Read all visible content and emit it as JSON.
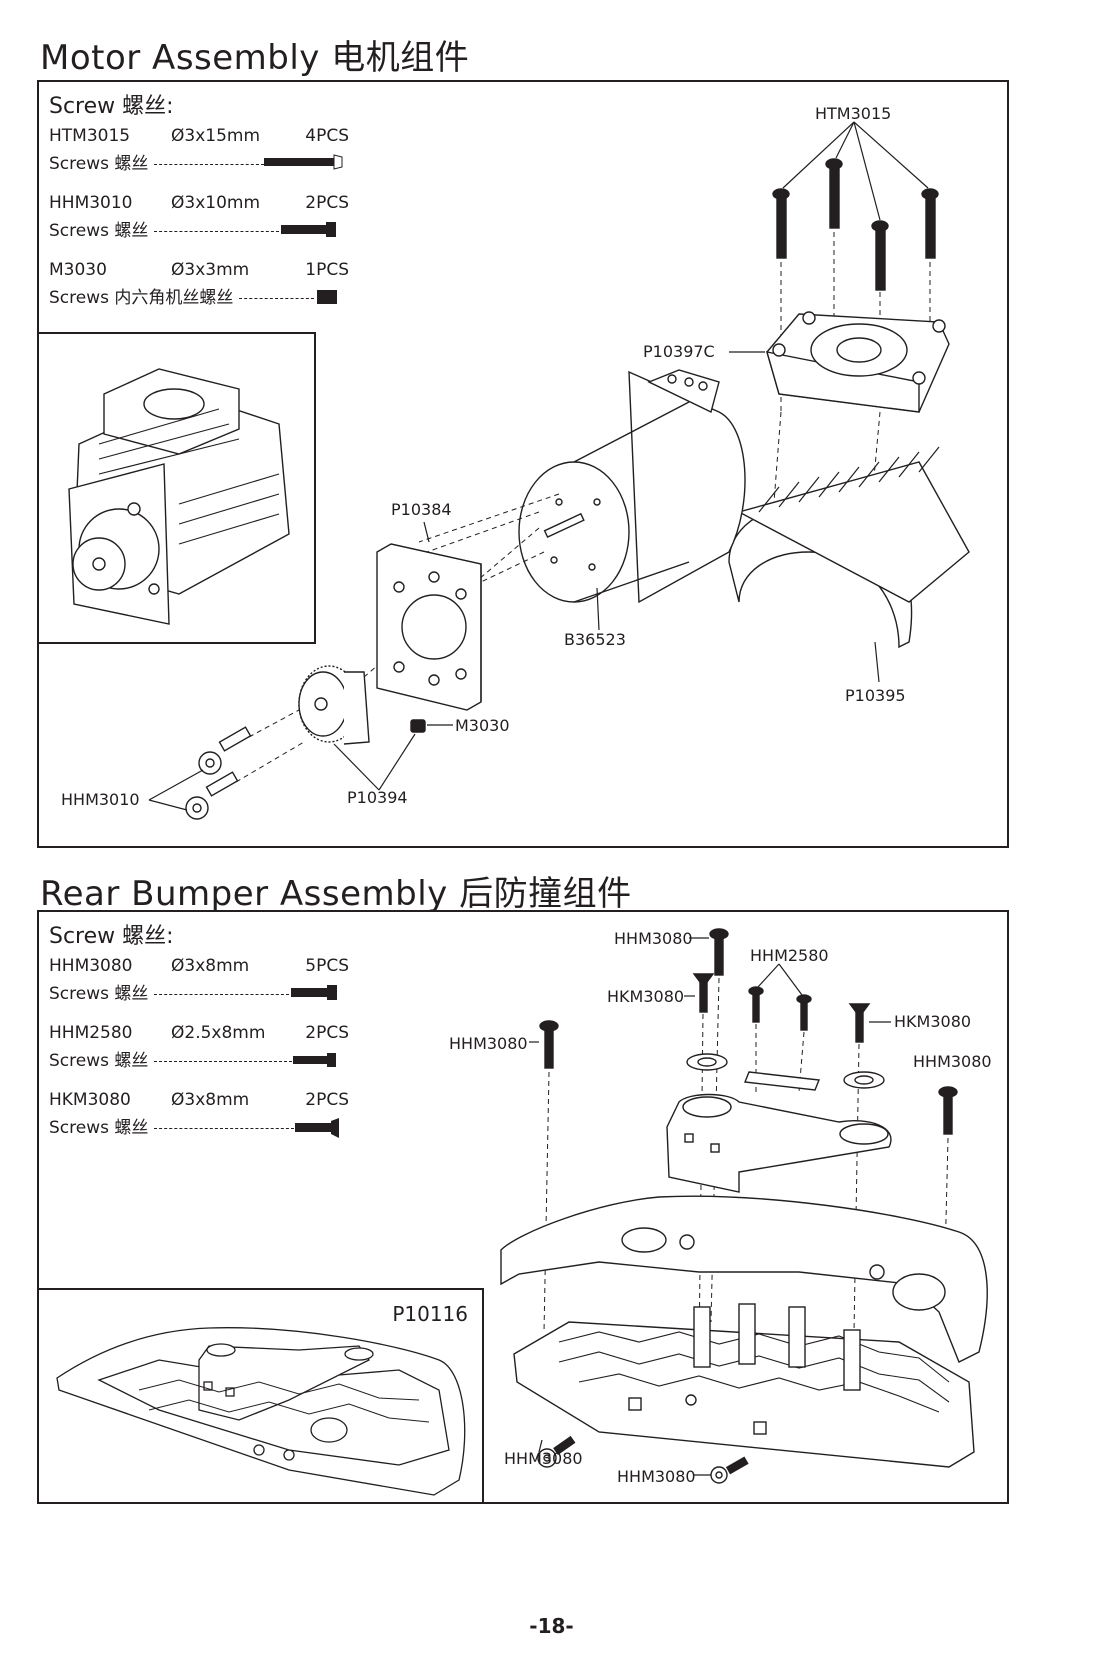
{
  "motor": {
    "title": "Motor Assembly 电机组件",
    "screw_heading": "Screw 螺丝:",
    "screws": [
      {
        "code": "HTM3015",
        "size": "Ø3x15mm",
        "qty": "4PCS",
        "caption": "Screws 螺丝"
      },
      {
        "code": "HHM3010",
        "size": "Ø3x10mm",
        "qty": "2PCS",
        "caption": "Screws 螺丝"
      },
      {
        "code": "M3030",
        "size": "Ø3x3mm",
        "qty": "1PCS",
        "caption": "Screws 内六角机丝螺丝"
      }
    ],
    "parts": {
      "htm3015": "HTM3015",
      "p10397c": "P10397C",
      "p10384": "P10384",
      "b36523": "B36523",
      "p10395": "P10395",
      "m3030": "M3030",
      "hhm3010": "HHM3010",
      "p10394": "P10394"
    }
  },
  "bumper": {
    "title": "Rear Bumper Assembly 后防撞组件",
    "screw_heading": "Screw 螺丝:",
    "screws": [
      {
        "code": "HHM3080",
        "size": "Ø3x8mm",
        "qty": "5PCS",
        "caption": "Screws 螺丝"
      },
      {
        "code": "HHM2580",
        "size": "Ø2.5x8mm",
        "qty": "2PCS",
        "caption": "Screws 螺丝"
      },
      {
        "code": "HKM3080",
        "size": "Ø3x8mm",
        "qty": "2PCS",
        "caption": "Screws 螺丝"
      }
    ],
    "inset_label": "P10116",
    "parts": {
      "hhm3080_top": "HHM3080",
      "hhm2580": "HHM2580",
      "hkm3080_left": "HKM3080",
      "hkm3080_right": "HKM3080",
      "hhm3080_left": "HHM3080",
      "hhm3080_right": "HHM3080",
      "hhm3080_bottom1": "HHM3080",
      "hhm3080_bottom2": "HHM3080"
    }
  },
  "page_number": "-18-"
}
